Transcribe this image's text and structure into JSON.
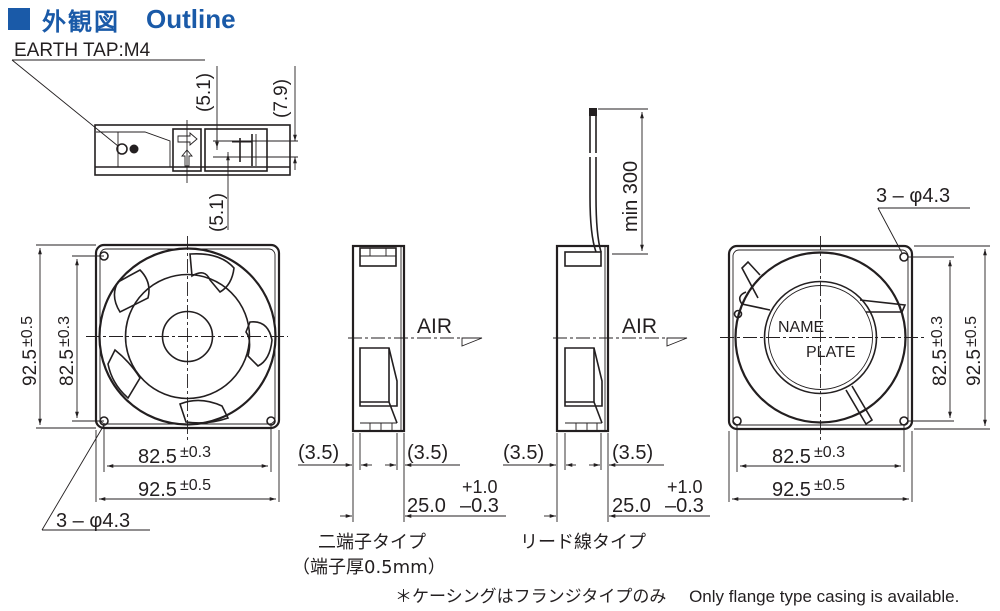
{
  "header": {
    "title_jp": "外観図",
    "title_en": "Outline",
    "accent_color": "#1a5aa8"
  },
  "top_view": {
    "earth_tap_label": "EARTH TAP:M4",
    "dim_5_1_top": "(5.1)",
    "dim_5_1_bottom": "(5.1)",
    "dim_7_9": "(7.9)"
  },
  "front_view": {
    "height_outer": "92.5",
    "height_outer_tol": "±0.5",
    "height_inner": "82.5",
    "height_inner_tol": "±0.3",
    "width_inner": "82.5",
    "width_inner_tol": "±0.3",
    "width_outer": "92.5",
    "width_outer_tol": "±0.5",
    "hole_callout": "3 – φ4.3"
  },
  "side_view_terminal": {
    "air_label": "AIR",
    "dim_left": "(3.5)",
    "dim_right": "(3.5)",
    "depth": "25.0",
    "depth_tol_plus": "+1.0",
    "depth_tol_minus": "–0.3",
    "caption_line1": "二端子タイプ",
    "caption_line2": "（端子厚0.5mm）"
  },
  "side_view_lead": {
    "air_label": "AIR",
    "lead_length": "min 300",
    "dim_left": "(3.5)",
    "dim_right": "(3.5)",
    "depth": "25.0",
    "depth_tol_plus": "+1.0",
    "depth_tol_minus": "–0.3",
    "caption": "リード線タイプ"
  },
  "rear_view": {
    "hole_callout": "3 – φ4.3",
    "name_plate_line1": "NAME",
    "name_plate_line2": "PLATE",
    "height_inner": "82.5",
    "height_inner_tol": "±0.3",
    "height_outer": "92.5",
    "height_outer_tol": "±0.5",
    "width_inner": "82.5",
    "width_inner_tol": "±0.3",
    "width_outer": "92.5",
    "width_outer_tol": "±0.5"
  },
  "footnote": {
    "jp": "＊ケーシングはフランジタイプのみ",
    "en": "Only flange type casing is available."
  }
}
